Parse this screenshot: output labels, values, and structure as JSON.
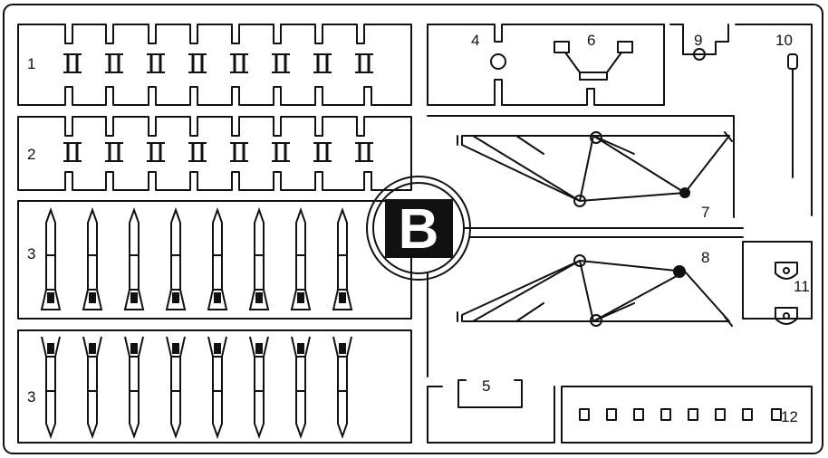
{
  "badge": {
    "letter": "B"
  },
  "part_numbers": {
    "p1": "1",
    "p2": "2",
    "p3a": "3",
    "p3b": "3",
    "p4": "4",
    "p5": "5",
    "p6": "6",
    "p7": "7",
    "p8": "8",
    "p9": "9",
    "p10": "10",
    "p11": "11",
    "p12": "12"
  },
  "counts": {
    "track_links_row1": 8,
    "track_links_row2": 8,
    "missiles_up": 8,
    "missiles_down": 8,
    "small_squares": 8
  },
  "colors": {
    "ink": "#111111",
    "paper": "#ffffff"
  }
}
